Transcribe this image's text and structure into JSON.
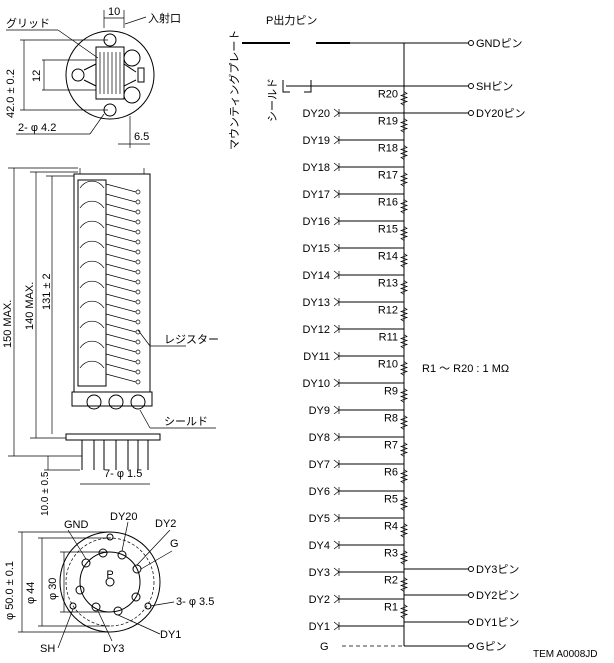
{
  "top_view": {
    "grid_label": "グリッド",
    "window_label": "入射口",
    "dim_10": "10",
    "dim_12": "12",
    "dim_42": "42.0 ± 0.2",
    "dim_holes": "2- φ 4.2",
    "dim_65": "6.5"
  },
  "side_view": {
    "dim_150": "150 MAX.",
    "dim_140": "140 MAX.",
    "dim_131": "131 ± 2",
    "resistor_label": "レジスター",
    "shield_label": "シールド",
    "dim_pins": "7- φ 1.5",
    "dim_10_0": "10.0 ± 0.5"
  },
  "bottom_view": {
    "gnd": "GND",
    "dy20": "DY20",
    "dy2": "DY2",
    "g": "G",
    "p": "P",
    "sh": "SH",
    "dy3": "DY3",
    "dy1": "DY1",
    "dim_50": "φ 50.0 ± 0.1",
    "dim_44": "φ 44",
    "dim_30": "φ 30",
    "dim_35": "3- φ 3.5"
  },
  "schematic": {
    "mounting_plate": "マウンティングプレート",
    "p_pin": "P出力ピン",
    "shield": "シールド",
    "gnd_pin": "GNDピン",
    "sh_pin": "SHピン",
    "dy20_pin": "DY20ピン",
    "dy3_pin": "DY3ピン",
    "dy2_pin": "DY2ピン",
    "dy1_pin": "DY1ピン",
    "g_pin": "Gピン",
    "g_label": "G",
    "resistor_value": "R1 ～ R20 : 1 MΩ",
    "dynodes": [
      "DY20",
      "DY19",
      "DY18",
      "DY17",
      "DY16",
      "DY15",
      "DY14",
      "DY13",
      "DY12",
      "DY11",
      "DY10",
      "DY9",
      "DY8",
      "DY7",
      "DY6",
      "DY5",
      "DY4",
      "DY3",
      "DY2",
      "DY1"
    ],
    "resistors": [
      "R20",
      "R19",
      "R18",
      "R17",
      "R16",
      "R15",
      "R14",
      "R13",
      "R12",
      "R11",
      "R10",
      "R9",
      "R8",
      "R7",
      "R6",
      "R5",
      "R4",
      "R3",
      "R2",
      "R1"
    ]
  },
  "footer": {
    "code": "TEM A0008JD"
  }
}
